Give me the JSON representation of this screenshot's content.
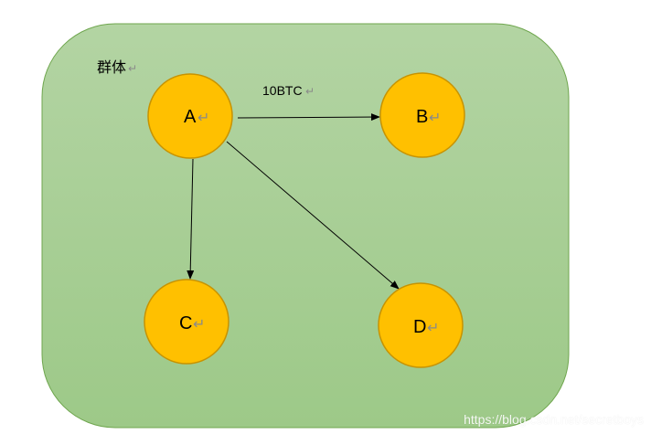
{
  "group": {
    "label": "群体",
    "fill_top": "#b3d4a3",
    "fill_bottom": "#9dc988",
    "stroke": "#6fa64e"
  },
  "nodes": [
    {
      "id": "A",
      "label": "A"
    },
    {
      "id": "B",
      "label": "B"
    },
    {
      "id": "C",
      "label": "C"
    },
    {
      "id": "D",
      "label": "D"
    }
  ],
  "edges": [
    {
      "from": "A",
      "to": "B",
      "label": "10BTC"
    },
    {
      "from": "A",
      "to": "C",
      "label": ""
    },
    {
      "from": "A",
      "to": "D",
      "label": ""
    }
  ],
  "node_style": {
    "fill": "#ffc000",
    "stroke": "#c79300"
  },
  "return_mark": "↵",
  "watermark": "https://blog.csdn.net/secretboys"
}
